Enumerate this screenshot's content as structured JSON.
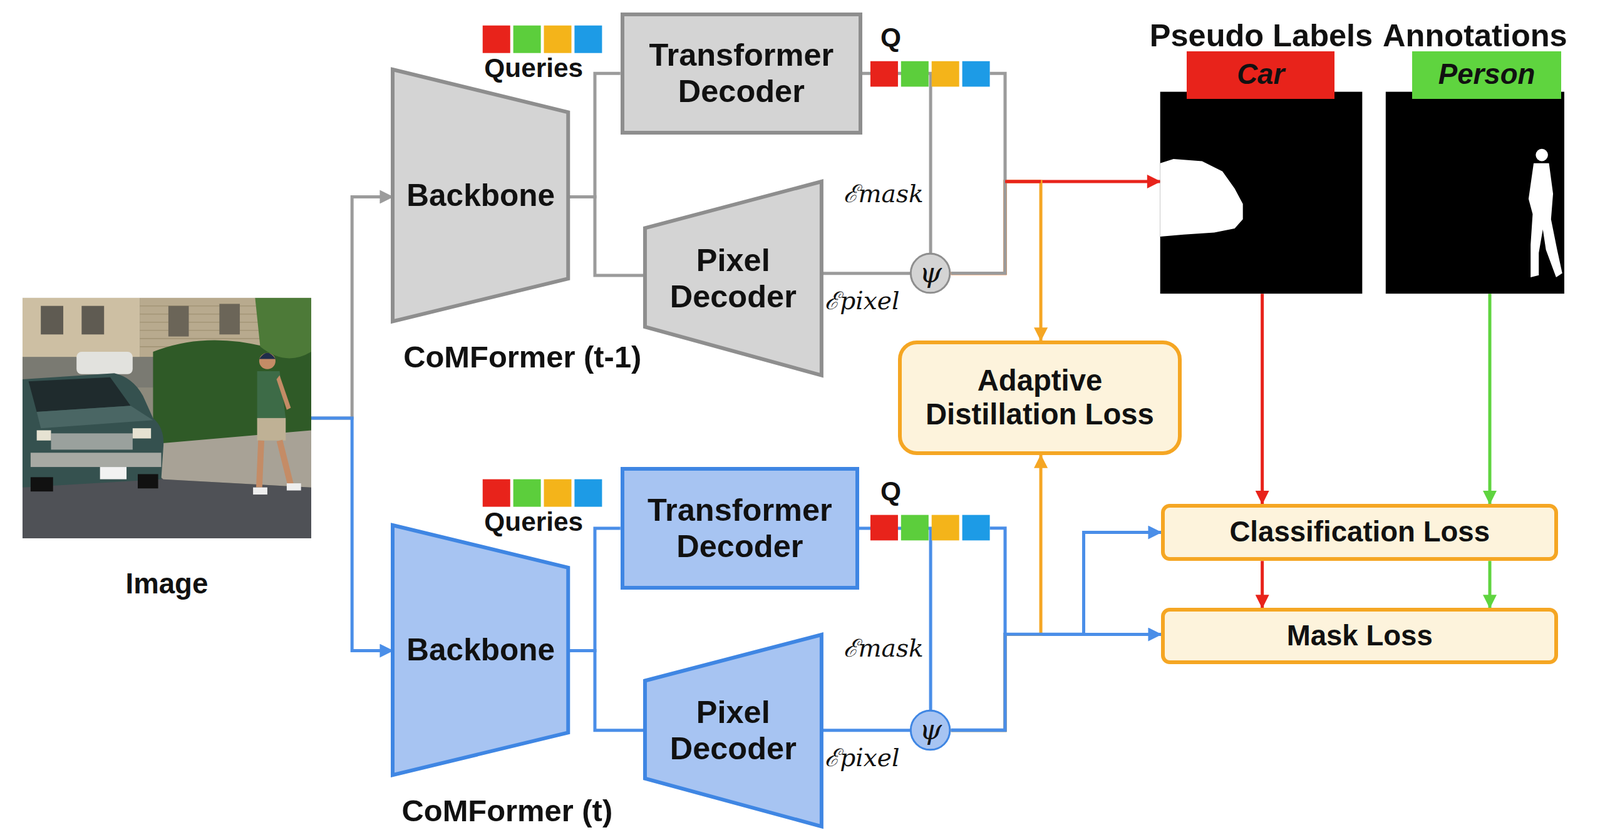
{
  "diagram": {
    "nodes": [
      {
        "text": [
          "Image"
        ]
      },
      {
        "text": [
          "Backbone"
        ]
      },
      {
        "text": [
          "Transformer Decoder"
        ]
      },
      {
        "text": [
          "Pixel Decoder"
        ]
      },
      {
        "text": [
          "ψ"
        ]
      },
      {
        "text": [
          "Pseudo Labels"
        ]
      },
      {
        "text": [
          "Car"
        ],
        "in": 5
      },
      {
        "text": [
          "Annotations"
        ]
      },
      {
        "text": [
          "Person"
        ],
        "in": 7
      },
      {
        "text": [
          "Adaptive Distillation Loss"
        ]
      },
      {
        "text": [
          "Backbone"
        ]
      },
      {
        "text": [
          "Transformer Decoder"
        ]
      },
      {
        "text": [
          "Pixel Decoder"
        ]
      },
      {
        "text": [
          "ψ"
        ]
      },
      {
        "text": [
          "Classification Loss"
        ]
      },
      {
        "text": [
          "Mask Loss"
        ]
      }
    ],
    "edges": [
      {
        "from": 0,
        "to": 1,
        "arrow": "to"
      },
      {
        "from": 0,
        "to": 10,
        "arrow": "to"
      },
      {
        "from": 1,
        "to": 2,
        "arrow": "none"
      },
      {
        "from": 1,
        "to": 3,
        "arrow": "none"
      },
      {
        "from": 2,
        "to": 4,
        "arrow": "none",
        "label": "ℰmask"
      },
      {
        "from": 3,
        "to": 4,
        "arrow": "none",
        "label": "ℰpixel"
      },
      {
        "from": 4,
        "to": 5,
        "arrow": "to"
      },
      {
        "from": 4,
        "to": 9,
        "arrow": "to"
      },
      {
        "from": 10,
        "to": 11,
        "arrow": "none"
      },
      {
        "from": 10,
        "to": 12,
        "arrow": "none"
      },
      {
        "from": 11,
        "to": 13,
        "arrow": "none",
        "label": "ℰmask"
      },
      {
        "from": 12,
        "to": 13,
        "arrow": "none",
        "label": "ℰpixel"
      },
      {
        "from": 13,
        "to": 14,
        "arrow": "to"
      },
      {
        "from": 13,
        "to": 15,
        "arrow": "to"
      },
      {
        "from": 13,
        "to": 9,
        "arrow": "to"
      },
      {
        "from": 5,
        "to": 14,
        "arrow": "to"
      },
      {
        "from": 7,
        "to": 14,
        "arrow": "to"
      },
      {
        "from": 14,
        "to": 15,
        "arrow": "to"
      },
      {
        "from": 14,
        "to": 15,
        "arrow": "to"
      }
    ],
    "labels": [
      "Queries",
      "Q",
      "CoMFormer (t-1)",
      "Queries",
      "Q",
      "CoMFormer (t)"
    ]
  }
}
